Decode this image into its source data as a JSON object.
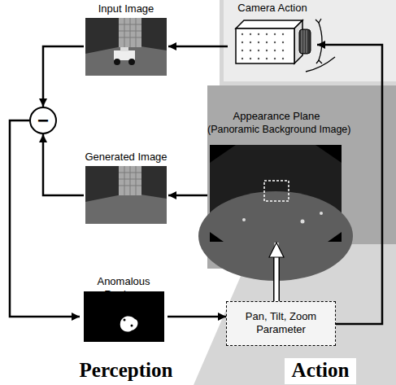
{
  "diagram": {
    "nodes": [
      {
        "text": [
          "Input Image"
        ]
      },
      {
        "text": [
          "Camera Action"
        ]
      },
      {
        "text": [
          "Appearance Plane",
          "(Panoramic Background Image)"
        ]
      },
      {
        "text": [
          "Generated Image"
        ]
      },
      {
        "text": [
          "−"
        ]
      },
      {
        "text": [
          "Anomalous Regions"
        ]
      },
      {
        "text": [
          "Pan, Tilt, Zoom Parameter"
        ]
      }
    ],
    "edges": [
      {
        "from": 1,
        "to": 0,
        "arrow": "to"
      },
      {
        "from": 0,
        "to": 4,
        "arrow": "to"
      },
      {
        "from": 3,
        "to": 4,
        "arrow": "to"
      },
      {
        "from": 4,
        "to": 5,
        "arrow": "to"
      },
      {
        "from": 5,
        "to": 6,
        "arrow": "to"
      },
      {
        "from": 6,
        "to": 2,
        "arrow": "to"
      },
      {
        "from": 2,
        "to": 3,
        "arrow": "to"
      },
      {
        "from": 6,
        "to": 1,
        "arrow": "to"
      }
    ],
    "labels": [
      "Perception",
      "Action"
    ]
  }
}
